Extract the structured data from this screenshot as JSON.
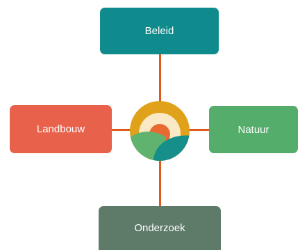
{
  "diagram": {
    "center": {
      "icon": "sun-over-fields-logo",
      "colors": {
        "ring": "#e0a21a",
        "inner": "#fbe9c6",
        "sun": "#e86a30",
        "field_left": "#5fb36f",
        "field_right": "#168f8a"
      }
    },
    "nodes": {
      "top": {
        "label": "Beleid",
        "color": "#0f8b8d"
      },
      "left": {
        "label": "Landbouw",
        "color": "#e8614a"
      },
      "right": {
        "label": "Natuur",
        "color": "#55ad6b"
      },
      "bottom": {
        "label": "Onderzoek",
        "color": "#5e7a69"
      }
    },
    "connector_color": "#e05a1c"
  }
}
